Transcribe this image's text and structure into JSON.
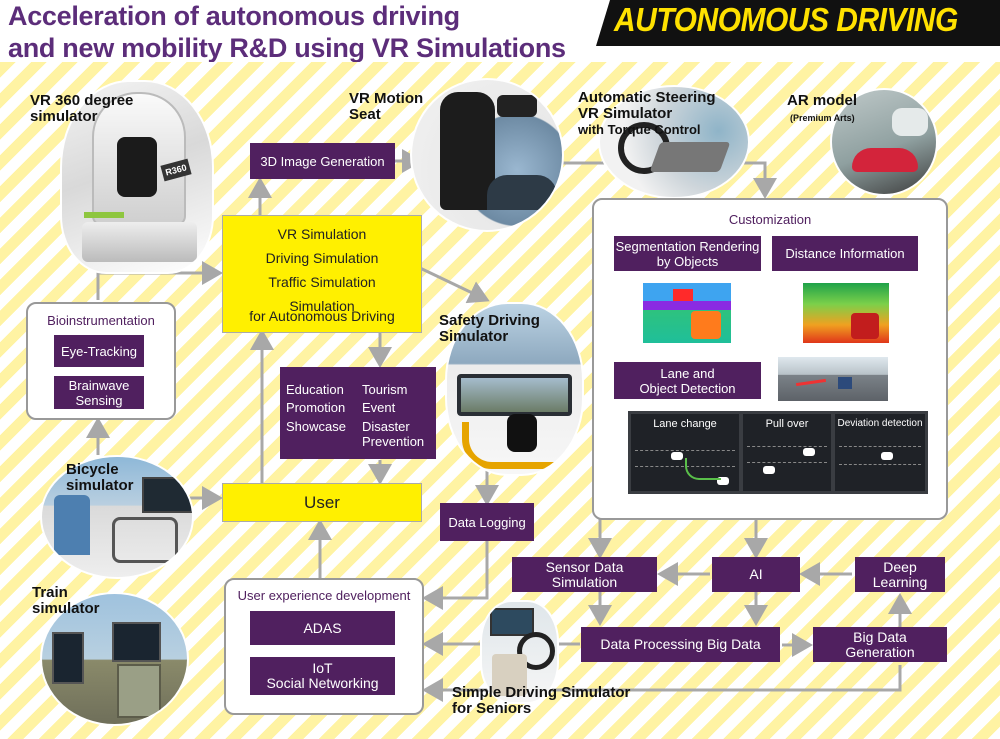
{
  "header": {
    "title": "Acceleration of autonomous driving\nand new mobility R&D using VR Simulations",
    "badge": "AUTONOMOUS DRIVING"
  },
  "labels": {
    "vr360": "VR 360 degree\nsimulator",
    "vr360_badge": "R360",
    "motion_seat": "VR Motion\nSeat",
    "steering": "Automatic Steering\nVR Simulator",
    "steering_sub": "with Torque Control",
    "ar_model": "AR model",
    "ar_model_sub": "(Premium Arts)",
    "safety": "Safety Driving\nSimulator",
    "bicycle": "Bicycle\nsimulator",
    "train": "Train\nsimulator",
    "seniors": "Simple Driving Simulator\nfor Seniors"
  },
  "boxes": {
    "image_gen": "3D Image Generation",
    "vr_sim": [
      "VR Simulation",
      "Driving Simulation",
      "Traffic Simulation",
      "Simulation",
      "for Autonomous Driving"
    ],
    "bio_title": "Bioinstrumentation",
    "eye_tracking": "Eye-Tracking",
    "brainwave": "Brainwave\nSensing",
    "edu": [
      "Education",
      "Tourism",
      "Promotion",
      "Event",
      "Showcase",
      "Disaster",
      "Prevention"
    ],
    "user": "User",
    "data_logging": "Data Logging",
    "ux_title": "User experience development",
    "adas": "ADAS",
    "iot": "IoT\nSocial Networking",
    "custom_title": "Customization",
    "segmentation": "Segmentation Rendering\nby Objects",
    "distance": "Distance Information",
    "lane_object": "Lane and\nObject Detection",
    "lane_change": "Lane change",
    "pull_over": "Pull over",
    "deviation": "Deviation detection",
    "sensor": "Sensor Data\nSimulation",
    "ai": "AI",
    "deep": "Deep\nLearning",
    "bigdata_proc": "Data Processing Big Data",
    "bigdata_gen": "Big Data\nGeneration"
  },
  "colors": {
    "purple": "#50205f",
    "yellow": "#fff000",
    "stripe": "#fff3a3",
    "arrow": "#a8a8a8",
    "title": "#5c2d7a"
  }
}
